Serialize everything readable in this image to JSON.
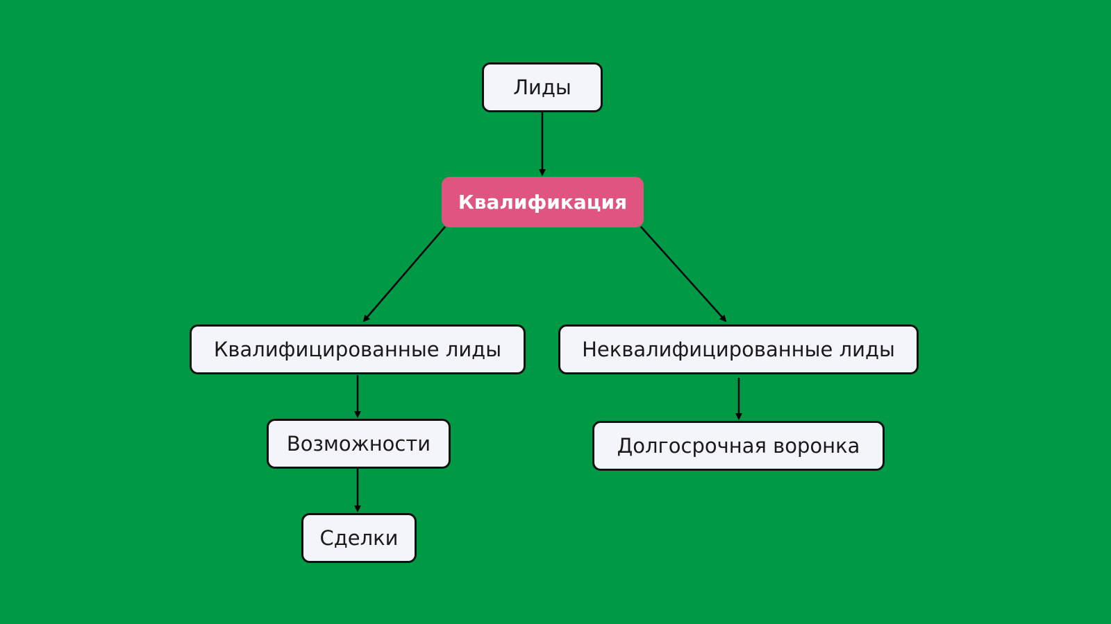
{
  "nodes": {
    "leads": "Лиды",
    "qualification": "Квалификация",
    "qualified_leads": "Квалифицированные лиды",
    "unqualified_leads": "Неквалифицированные лиды",
    "opportunities": "Возможности",
    "long_term_funnel": "Долгосрочная воронка",
    "deals": "Сделки"
  },
  "colors": {
    "background": "#009a47",
    "accent": "#e05580",
    "node": "#f4f5fa"
  }
}
